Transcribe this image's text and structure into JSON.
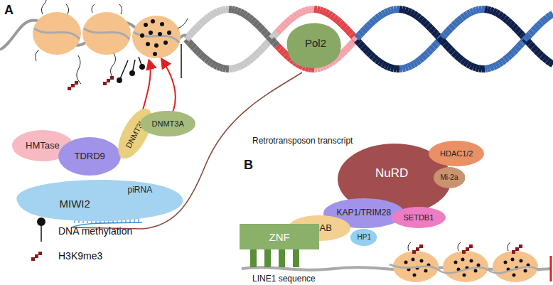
{
  "diagram": {
    "nodes": [
      {
        "text": [
          "HMTase"
        ]
      },
      {
        "text": [
          "TDRD9"
        ]
      },
      {
        "text": [
          "DNMT3L"
        ]
      },
      {
        "text": [
          "DNMT3A"
        ]
      },
      {
        "text": [
          "MIWI2",
          "piRNA"
        ]
      },
      {
        "text": [
          "Pol2"
        ]
      },
      {
        "text": [
          "NuRD"
        ]
      },
      {
        "text": [
          "HDAC1/2"
        ]
      },
      {
        "text": [
          "Mi-2a"
        ]
      },
      {
        "text": [
          "KAP1/TRIM28"
        ]
      },
      {
        "text": [
          "SETDB1"
        ]
      },
      {
        "text": [
          "HP1"
        ]
      },
      {
        "text": [
          "KRAB"
        ]
      },
      {
        "text": [
          "ZNF"
        ]
      }
    ],
    "labels": [
      "A",
      "Retrotransposon transcript",
      "B",
      "LINE1 sequence"
    ],
    "legend": [
      {
        "text": "DNA methylation"
      },
      {
        "text": "H3K9me3"
      }
    ]
  }
}
